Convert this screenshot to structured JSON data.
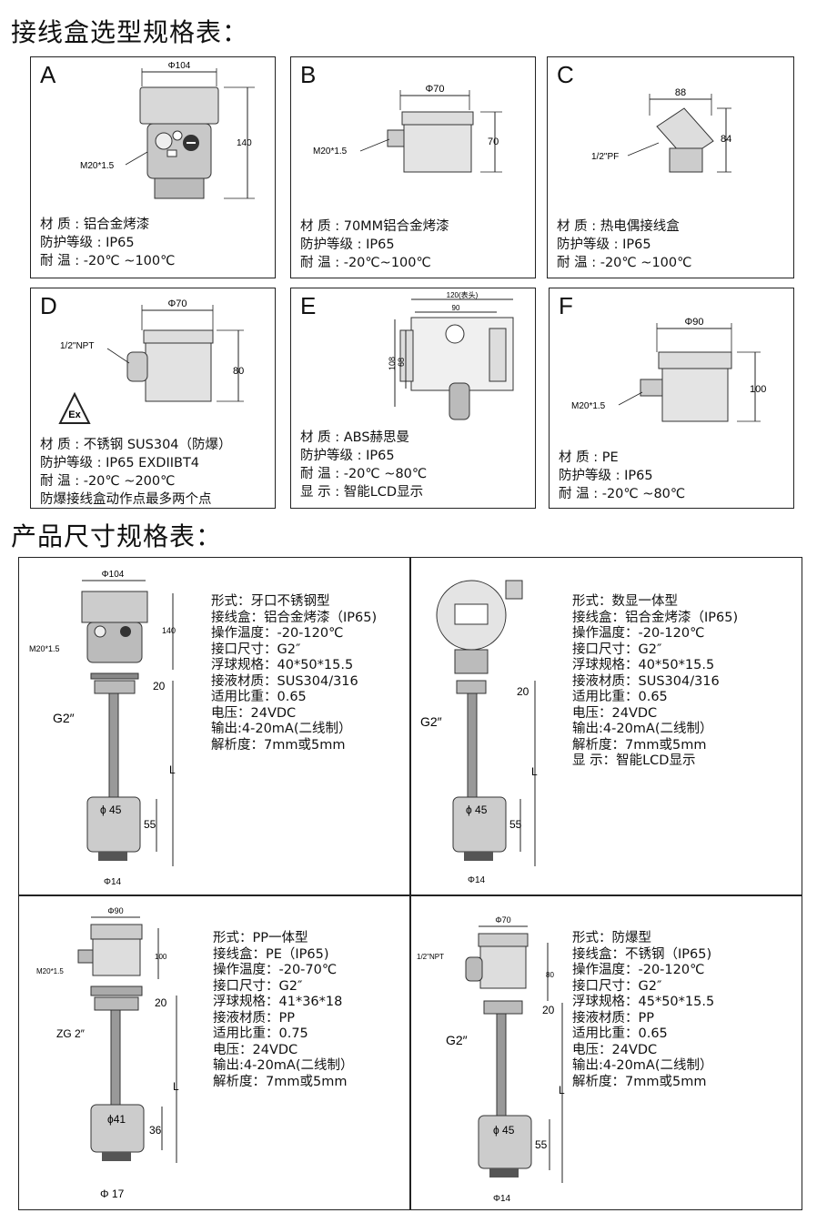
{
  "title1": "接线盒选型规格表：",
  "title2": "产品尺寸规格表：",
  "boxes": [
    {
      "letter": "A",
      "dims": {
        "dia": "Φ104",
        "h": "140",
        "thread": "M20*1.5"
      },
      "specs": [
        "材 质   : 铝合金烤漆",
        "防护等级 : IP65",
        "耐 温   : -20℃ ~100℃"
      ]
    },
    {
      "letter": "B",
      "dims": {
        "dia": "Φ70",
        "h": "70",
        "thread": "M20*1.5"
      },
      "specs": [
        "材 质   : 70MM铝合金烤漆",
        "防护等级 : IP65",
        "耐 温   : -20℃~100℃"
      ]
    },
    {
      "letter": "C",
      "dims": {
        "w": "88",
        "h": "84",
        "thread": "1/2\"PF"
      },
      "specs": [
        "材 质   : 热电偶接线盒",
        "防护等级 : IP65",
        "耐 温   : -20℃ ~100℃"
      ]
    },
    {
      "letter": "D",
      "dims": {
        "dia": "Φ70",
        "h": "80",
        "thread": "1/2\"NPT",
        "ex": "Ex"
      },
      "specs": [
        "材 质   : 不锈钢 SUS304（防爆）",
        "防护等级 : IP65   EXDIIBT4",
        "耐 温   : -20℃ ~200℃",
        "防爆接线盒动作点最多两个点"
      ]
    },
    {
      "letter": "E",
      "dims": {
        "w1": "120(表头)",
        "w2": "90",
        "h1": "108",
        "h2": "68"
      },
      "specs": [
        "材 质   : ABS赫思曼",
        "防护等级 : IP65",
        "耐 温   : -20℃ ~80℃",
        "显 示   : 智能LCD显示"
      ]
    },
    {
      "letter": "F",
      "dims": {
        "dia": "Φ90",
        "h": "100",
        "thread": "M20*1.5"
      },
      "specs": [
        "材 质   : PE",
        "防护等级 : IP65",
        "耐 温   : -20℃ ~80℃"
      ]
    }
  ],
  "products": [
    {
      "dims": {
        "dia": "Φ104",
        "h": "140",
        "thread": "M20*1.5",
        "g": "G2″",
        "d20": "20",
        "L": "L",
        "fd": "ϕ 45",
        "fh": "55",
        "bd": "Φ14"
      },
      "lines": [
        "形式：牙口不锈钢型",
        "接线盒：铝合金烤漆（IP65)",
        "操作温度：-20-120℃",
        "接口尺寸：G2″",
        "浮球规格：40*50*15.5",
        "接液材质：SUS304/316",
        "适用比重：0.65",
        "电压：24VDC",
        "输出:4-20mA(二线制）",
        "解析度：7mm或5mm"
      ]
    },
    {
      "dims": {
        "g": "G2″",
        "d20": "20",
        "L": "L",
        "fd": "ϕ 45",
        "fh": "55",
        "bd": "Φ14"
      },
      "lines": [
        "形式：数显一体型",
        "接线盒：铝合金烤漆（IP65)",
        "操作温度：-20-120℃",
        "接口尺寸：G2″",
        "浮球规格：40*50*15.5",
        "接液材质：SUS304/316",
        "适用比重：0.65",
        "电压：24VDC",
        "输出:4-20mA(二线制）",
        "解析度：7mm或5mm",
        "显 示：智能LCD显示"
      ]
    },
    {
      "dims": {
        "dia": "Φ90",
        "h": "100",
        "thread": "M20*1.5",
        "g": "ZG 2″",
        "d20": "20",
        "L": "L",
        "fd": "ϕ41",
        "fh": "36",
        "bd": "Φ 17"
      },
      "lines": [
        "形式：PP一体型",
        "接线盒：PE（IP65)",
        "操作温度：-20-70℃",
        "接口尺寸：G2″",
        "浮球规格：41*36*18",
        "接液材质：PP",
        "适用比重：0.75",
        "电压：24VDC",
        "输出:4-20mA(二线制）",
        "解析度：7mm或5mm"
      ]
    },
    {
      "dims": {
        "dia": "Φ70",
        "h": "80",
        "thread": "1/2\"NPT",
        "g": "G2″",
        "d20": "20",
        "L": "L",
        "fd": "ϕ 45",
        "fh": "55",
        "bd": "Φ14"
      },
      "lines": [
        "形式：防爆型",
        "接线盒：不锈钢（IP65)",
        "操作温度：-20-120℃",
        "接口尺寸：G2″",
        "浮球规格：45*50*15.5",
        "接液材质：PP",
        "适用比重：0.65",
        "电压：24VDC",
        "输出:4-20mA(二线制）",
        "解析度：7mm或5mm"
      ]
    }
  ]
}
